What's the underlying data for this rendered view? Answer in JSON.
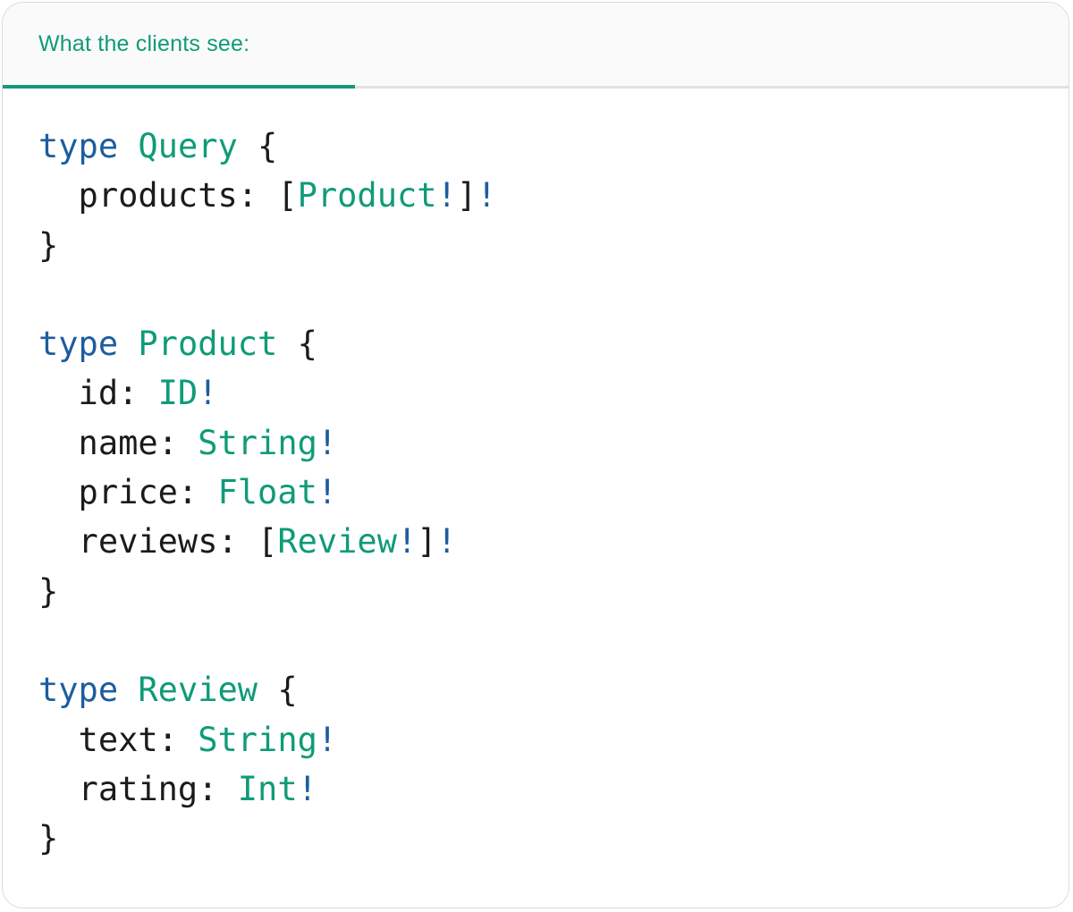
{
  "panel": {
    "tab_label": "What the clients see:"
  },
  "colors": {
    "keyword": "#1d5d9e",
    "type": "#0f9b78",
    "plain": "#1b1b1b",
    "bang": "#1d5d9e",
    "tab_text": "#0f9b78",
    "tab_underline": "#14997c",
    "divider": "#e2e2e2",
    "header_bg": "#fafafa",
    "border": "#cfe4d7"
  },
  "code": {
    "language": "graphql",
    "text": "type Query {\n  products: [Product!]!\n}\n\ntype Product {\n  id: ID!\n  name: String!\n  price: Float!\n  reviews: [Review!]!\n}\n\ntype Review {\n  text: String!\n  rating: Int!\n}",
    "lines": [
      {
        "tokens": [
          {
            "text": "type",
            "style": "keyword"
          },
          {
            "text": " ",
            "style": "plain"
          },
          {
            "text": "Query",
            "style": "type"
          },
          {
            "text": " {",
            "style": "plain"
          }
        ]
      },
      {
        "tokens": [
          {
            "text": "  products: [",
            "style": "plain"
          },
          {
            "text": "Product",
            "style": "type"
          },
          {
            "text": "!",
            "style": "bang"
          },
          {
            "text": "]",
            "style": "plain"
          },
          {
            "text": "!",
            "style": "bang"
          }
        ]
      },
      {
        "tokens": [
          {
            "text": "}",
            "style": "plain"
          }
        ]
      },
      {
        "tokens": []
      },
      {
        "tokens": [
          {
            "text": "type",
            "style": "keyword"
          },
          {
            "text": " ",
            "style": "plain"
          },
          {
            "text": "Product",
            "style": "type"
          },
          {
            "text": " {",
            "style": "plain"
          }
        ]
      },
      {
        "tokens": [
          {
            "text": "  id: ",
            "style": "plain"
          },
          {
            "text": "ID",
            "style": "type"
          },
          {
            "text": "!",
            "style": "bang"
          }
        ]
      },
      {
        "tokens": [
          {
            "text": "  name: ",
            "style": "plain"
          },
          {
            "text": "String",
            "style": "type"
          },
          {
            "text": "!",
            "style": "bang"
          }
        ]
      },
      {
        "tokens": [
          {
            "text": "  price: ",
            "style": "plain"
          },
          {
            "text": "Float",
            "style": "type"
          },
          {
            "text": "!",
            "style": "bang"
          }
        ]
      },
      {
        "tokens": [
          {
            "text": "  reviews: [",
            "style": "plain"
          },
          {
            "text": "Review",
            "style": "type"
          },
          {
            "text": "!",
            "style": "bang"
          },
          {
            "text": "]",
            "style": "plain"
          },
          {
            "text": "!",
            "style": "bang"
          }
        ]
      },
      {
        "tokens": [
          {
            "text": "}",
            "style": "plain"
          }
        ]
      },
      {
        "tokens": []
      },
      {
        "tokens": [
          {
            "text": "type",
            "style": "keyword"
          },
          {
            "text": " ",
            "style": "plain"
          },
          {
            "text": "Review",
            "style": "type"
          },
          {
            "text": " {",
            "style": "plain"
          }
        ]
      },
      {
        "tokens": [
          {
            "text": "  text: ",
            "style": "plain"
          },
          {
            "text": "String",
            "style": "type"
          },
          {
            "text": "!",
            "style": "bang"
          }
        ]
      },
      {
        "tokens": [
          {
            "text": "  rating: ",
            "style": "plain"
          },
          {
            "text": "Int",
            "style": "type"
          },
          {
            "text": "!",
            "style": "bang"
          }
        ]
      },
      {
        "tokens": [
          {
            "text": "}",
            "style": "plain"
          }
        ]
      }
    ]
  }
}
